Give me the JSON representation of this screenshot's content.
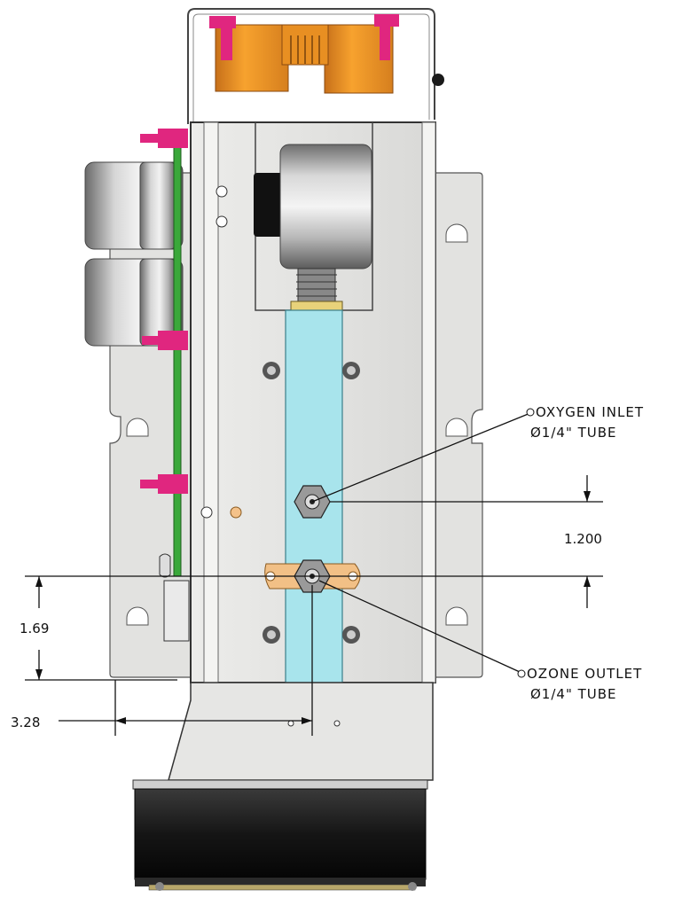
{
  "callouts": {
    "oxygen_inlet": {
      "line1": "OXYGEN INLET",
      "line2": "Ø1/4\" TUBE"
    },
    "ozone_outlet": {
      "line1": "OZONE OUTLET",
      "line2": "Ø1/4\" TUBE"
    }
  },
  "dimensions": {
    "inlet_to_outlet": "1.200",
    "outlet_height": "1.69",
    "outlet_offset": "3.28"
  },
  "colors": {
    "tube_channel": "#a8e4ec",
    "connector": "#f39c1f",
    "pink_standoff": "#e0267f",
    "pcb_green": "#3aa83a",
    "panel_gray": "#e4e4e2"
  }
}
